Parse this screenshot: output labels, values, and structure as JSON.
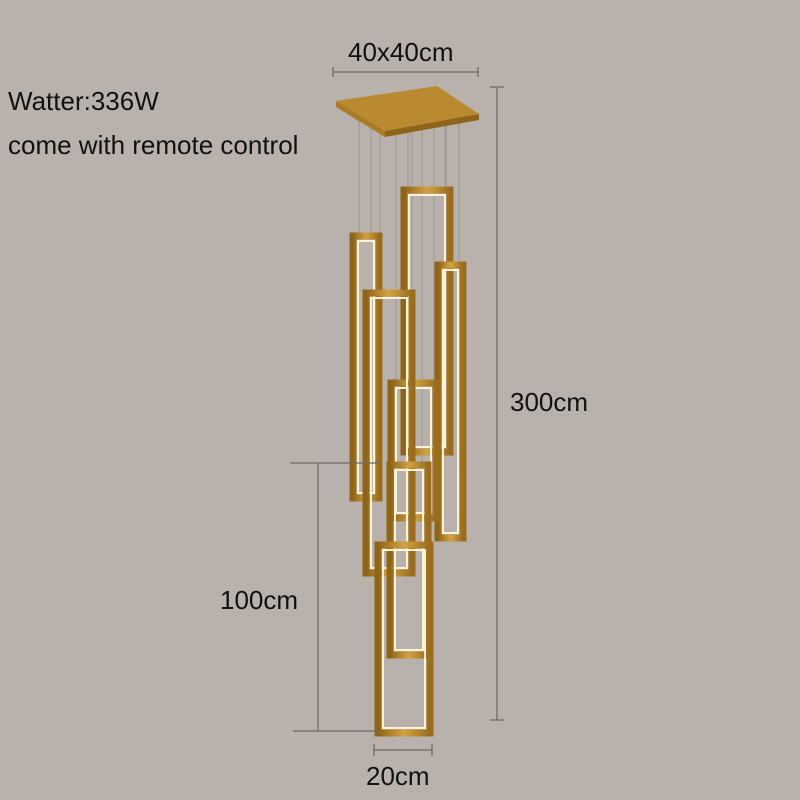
{
  "specs": {
    "wattage": "Watter:336W",
    "feature": "come with remote control"
  },
  "dimensions": {
    "canopy": "40x40cm",
    "total_height": "300cm",
    "drop_section": "100cm",
    "frame_width": "20cm"
  },
  "colors": {
    "background": "#b9b2ac",
    "gold": "#b8862a",
    "glow": "#fff6dc",
    "line": "#6e6a66"
  }
}
